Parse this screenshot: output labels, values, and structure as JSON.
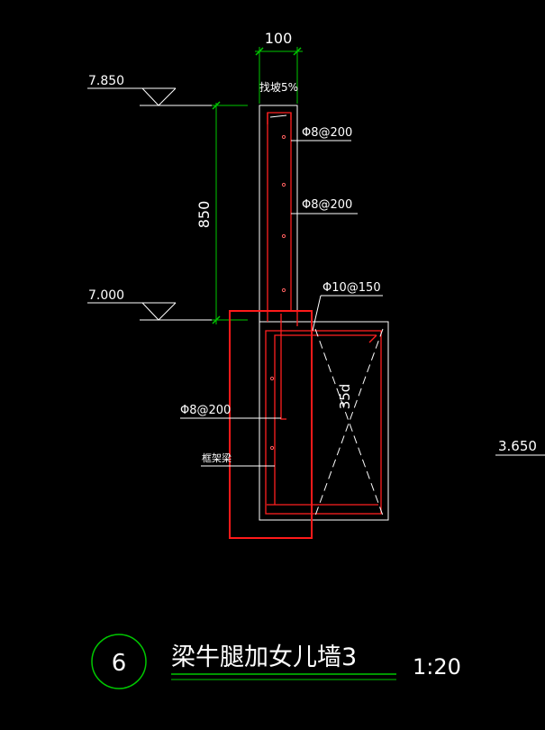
{
  "colors": {
    "background": "#000000",
    "outline": "#ffffff",
    "rebar": "#ff2020",
    "dimension": "#00c800",
    "highlight_box": "#ff1a1a",
    "leader": "#ffffff",
    "title": "#ffffff",
    "circle": "#00c800"
  },
  "dimensions": {
    "top_width": "100",
    "height": "850",
    "slope": "找坡5%"
  },
  "elevations": {
    "top": "7.850",
    "middle": "7.000",
    "right": "3.650"
  },
  "rebar_labels": {
    "top_1": "Φ8@200",
    "top_2": "Φ8@200",
    "stirrup": "Φ10@150",
    "lower": "Φ8@200",
    "beam": "框架梁",
    "anchorage": "35d"
  },
  "title_block": {
    "number": "6",
    "title": "梁牛腿加女儿墙3",
    "scale": "1:20"
  }
}
